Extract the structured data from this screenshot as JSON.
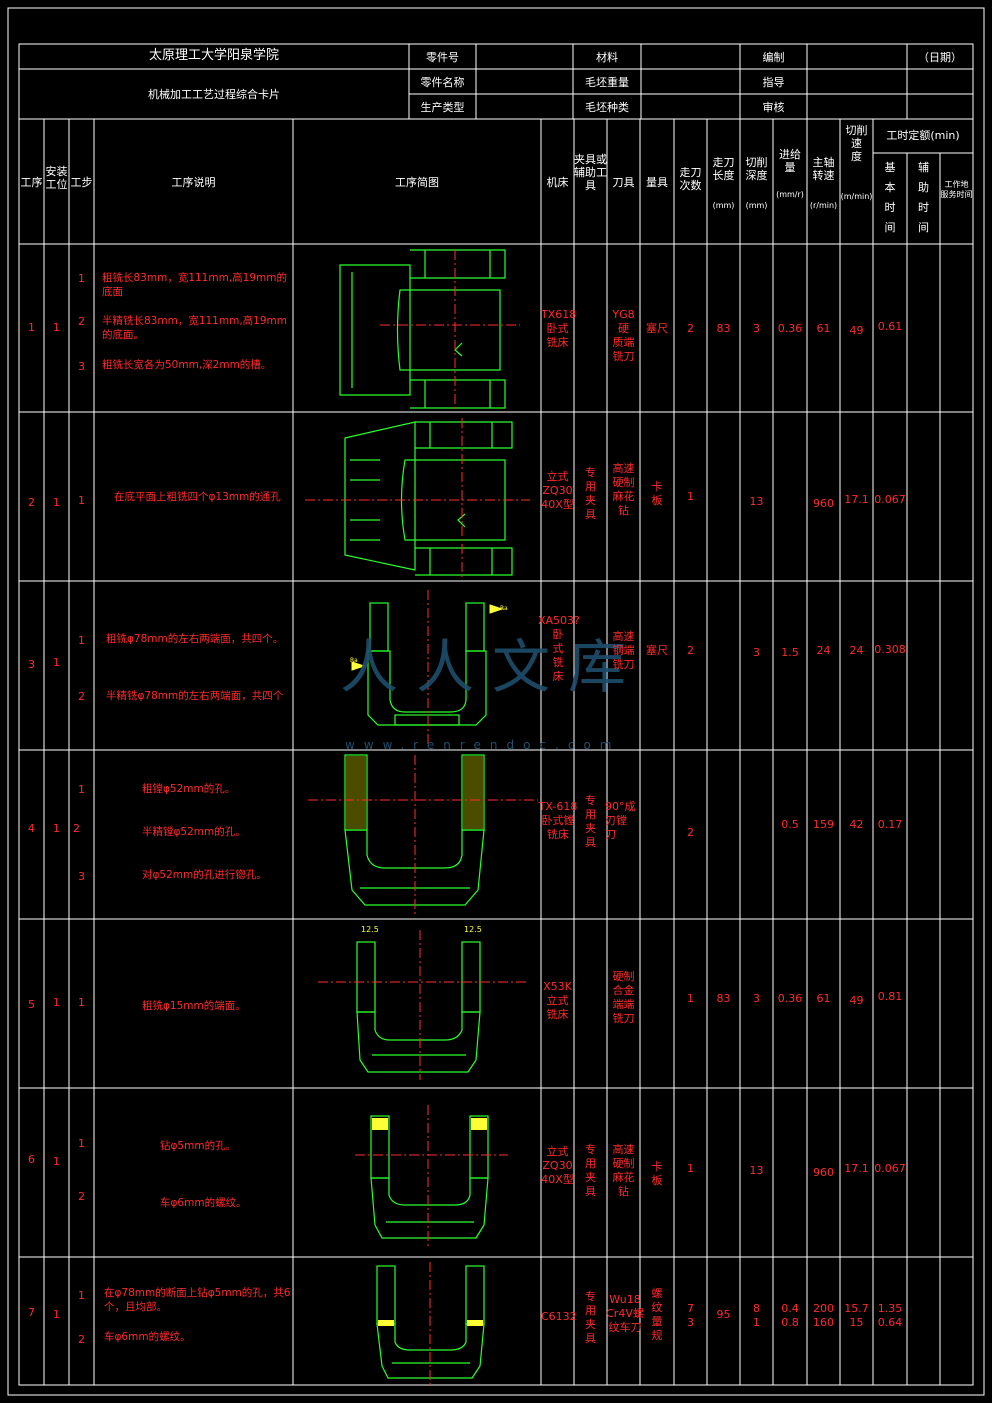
{
  "header": {
    "school": "太原理工大学阳泉学院",
    "card_title": "机械加工工艺过程综合卡片",
    "part_no": "零件号",
    "part_name": "零件名称",
    "production": "生产类型",
    "material": "材料",
    "blank_weight": "毛坯重量",
    "blank_type": "毛坯种类",
    "compiler": "编制",
    "guide": "指导",
    "reviewer": "审核",
    "date": "（日期）"
  },
  "columns": {
    "process": "工序",
    "setup": "安装\n工位",
    "step": "工步",
    "description": "工序说明",
    "sketch": "工序简图",
    "machine": "机床",
    "fixture": "夹具或\n辅助工\n具",
    "tool": "刀具",
    "gauge": "量具",
    "passes": "走刀\n次数",
    "length": "走刀\n长度",
    "length_unit": "(mm)",
    "depth": "切削\n深度",
    "depth_unit": "(mm)",
    "feed": "进给\n量",
    "feed_unit": "(mm/r)",
    "speed": "主轴\n转速",
    "speed_unit": "(r/min)",
    "cut_speed": "切削\n速\n度",
    "cut_speed_unit": "(m/min)",
    "time_quota": "工时定额(min)",
    "basic": "基\n本\n时\n间",
    "aux": "辅\n助\n时\n间",
    "service": "工作地\n服务时间"
  },
  "rows": [
    {
      "no": "1",
      "setup": "1",
      "steps": [
        "1",
        "2",
        "3"
      ],
      "desc": [
        "粗铣长83mm，宽111mm,高19mm的底面",
        "半精铣长83mm，宽111mm,高19mm的底面。",
        "粗铣长宽各为50mm,深2mm的槽。"
      ],
      "machine": "TX618\n卧式\n铣床",
      "fixture": "",
      "tool": "YG8硬\n质端\n铣刀",
      "gauge": "塞尺",
      "passes": "2",
      "length": "83",
      "depth": "3",
      "feed": "0.36",
      "speed": "61",
      "cut": "49",
      "basic": "0.61"
    },
    {
      "no": "2",
      "setup": "1",
      "steps": [
        "1"
      ],
      "desc": [
        "在底平面上粗铣四个φ13mm的通孔"
      ],
      "machine": "立式\nZQ30\n40X型",
      "fixture": "专\n用\n夹\n具",
      "tool": "高速\n硬制\n麻花\n钻",
      "gauge": "卡\n板",
      "passes": "1",
      "length": "",
      "depth": "13",
      "feed": "",
      "speed": "960",
      "cut": "17.1",
      "basic": "0.067"
    },
    {
      "no": "3",
      "setup": "1",
      "steps": [
        "1",
        "2"
      ],
      "desc": [
        "粗铣φ78mm的左右两端面，共四个。",
        "半精铣φ78mm的左右两端面，共四个"
      ],
      "machine": "XA503?\n卧\n式\n铣\n床",
      "fixture": "",
      "tool": "高速\n钢端\n铣刀",
      "gauge": "塞尺",
      "passes": "2",
      "length": "",
      "depth": "3",
      "feed": "1.5",
      "speed": "24",
      "cut": "24",
      "basic": "0.308"
    },
    {
      "no": "4",
      "setup": "1",
      "steps": [
        "1",
        "2",
        "3"
      ],
      "desc": [
        "粗镗φ52mm的孔。",
        "半精镗φ52mm的孔。",
        "对φ52mm的孔进行锪孔。"
      ],
      "machine": "TX-618\n卧式镗\n铣床",
      "fixture": "专\n用\n夹\n具",
      "tool": "90°成\n刃镗\n刀",
      "gauge": "",
      "passes": "2",
      "length": "",
      "depth": "",
      "feed": "0.5",
      "speed": "159",
      "cut": "42",
      "basic": "0.17"
    },
    {
      "no": "5",
      "setup": "1",
      "steps": [
        "1"
      ],
      "desc": [
        "粗铣φ15mm的端面。"
      ],
      "machine": "X53K\n立式\n铣床",
      "fixture": "",
      "tool": "硬制\n合金\n端端\n铣刀",
      "gauge": "",
      "passes": "1",
      "length": "83",
      "depth": "3",
      "feed": "0.36",
      "speed": "61",
      "cut": "49",
      "basic": "0.81"
    },
    {
      "no": "6",
      "setup": "1",
      "steps": [
        "1",
        "2"
      ],
      "desc": [
        "钻φ5mm的孔。",
        "车φ6mm的螺纹。"
      ],
      "machine": "立式\nZQ30\n40X型",
      "fixture": "专\n用\n夹\n具",
      "tool": "高速\n硬制\n麻花\n钻",
      "gauge": "卡\n板",
      "passes": "1",
      "length": "",
      "depth": "13",
      "feed": "",
      "speed": "960",
      "cut": "17.1",
      "basic": "0.067"
    },
    {
      "no": "7",
      "setup": "1",
      "steps": [
        "1",
        "2"
      ],
      "desc": [
        "在φ78mm的断面上钻φ5mm的孔，共6个，且均部。",
        "车φ6mm的螺纹。"
      ],
      "machine": "C6132",
      "fixture": "专\n用\n夹\n具",
      "tool": "Wu18\nCr4V螺\n纹车刀",
      "gauge": "螺\n纹\n量\n规",
      "passes": "7\n3",
      "length": "95",
      "depth": "8\n1",
      "feed": "0.4\n0.8",
      "speed": "200\n160",
      "cut": "15.7\n15",
      "basic": "1.35\n0.64"
    }
  ],
  "annotations": {
    "dim1": "12.5",
    "dim2": "12.5"
  },
  "watermark": {
    "text": "人人文库",
    "url": "www.renrendoc.com"
  }
}
